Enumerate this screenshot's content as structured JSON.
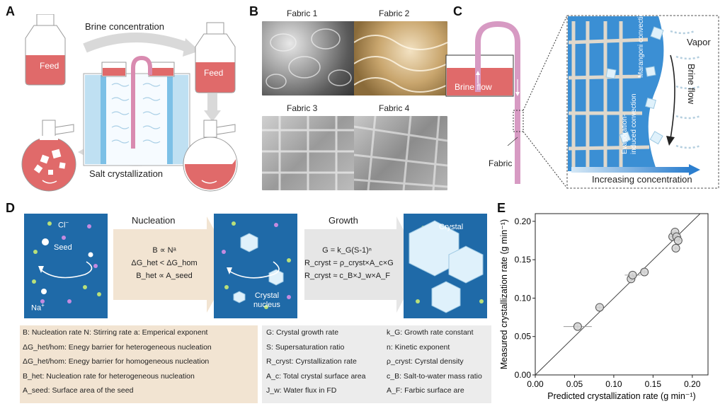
{
  "panels": {
    "A": {
      "label": "A",
      "brine_concentration": "Brine concentration",
      "salt_crystallization": "Salt crystallization",
      "feed_left": "Feed",
      "feed_right": "Feed"
    },
    "B": {
      "label": "B",
      "fabrics": [
        "Fabric 1",
        "Fabric 2",
        "Fabric 3",
        "Fabric 4"
      ]
    },
    "C": {
      "label": "C",
      "brine_flow_box": "Brine flow",
      "fabric": "Fabric",
      "marangoni": "Marangoni convection",
      "evap_1": "Evaporation-",
      "evap_2": "induced convection",
      "vapor": "Vapor",
      "brine_flow_vertical": "Brine flow",
      "increasing": "Increasing concentration"
    },
    "D": {
      "label": "D",
      "cl": "Cl",
      "cl_sup": "−",
      "seed": "Seed",
      "na": "Na",
      "na_sup": "+",
      "nucleation": "Nucleation",
      "growth": "Growth",
      "crystal": "Crystal",
      "crystal_nucleus_1": "Crystal",
      "crystal_nucleus_2": "nucleus",
      "nuc_eq1": "B ∝ Nᵃ",
      "nuc_eq2": "ΔG_het < ΔG_hom",
      "nuc_eq3": "B_het ∝ A_seed",
      "gro_eq1": "G = k_G(S-1)ⁿ",
      "gro_eq2": "R_cryst = ρ_cryst×A_c×G",
      "gro_eq3": "R_cryst ≈ c_B×J_w×A_F",
      "legend_left": [
        "B: Nucleation rate    N: Stirring rate    a: Emperical exponent",
        "ΔG_het/hom: Enegy barrier for heterogeneous nucleation",
        "ΔG_het/hom: Enegy barrier for homogeneous nucleation",
        "B_het: Nucleation rate for heterogeneous nucleation",
        "A_seed: Surface area of the seed"
      ],
      "legend_mid": [
        "G: Crystal growth rate",
        "S: Supersaturation ratio",
        "R_cryst: Cyrstallization rate",
        "A_c: Total crystal surface area",
        "J_w: Water flux in FD"
      ],
      "legend_right": [
        "k_G: Growth rate constant",
        "n: Kinetic exponent",
        "ρ_cryst: Cyrstal density",
        "c_B: Salt-to-water mass ratio",
        "A_F: Farbic surface are"
      ]
    },
    "E": {
      "label": "E"
    }
  },
  "chart_data": {
    "type": "scatter",
    "title": "",
    "xlabel": "Predicted crystallization rate (g min⁻¹)",
    "ylabel": "Measured crystallization rate (g min⁻¹)",
    "xlim": [
      0,
      0.22
    ],
    "ylim": [
      0,
      0.21
    ],
    "xticks": [
      "0.00",
      "0.05",
      "0.10",
      "0.15",
      "0.20"
    ],
    "yticks": [
      "0.00",
      "0.05",
      "0.10",
      "0.15",
      "0.20"
    ],
    "reference_line": "y = x",
    "points": [
      {
        "x": 0.054,
        "y": 0.063,
        "xerr": 0.018,
        "yerr": 0.003
      },
      {
        "x": 0.082,
        "y": 0.088,
        "xerr": 0.004,
        "yerr": 0.003
      },
      {
        "x": 0.122,
        "y": 0.125,
        "xerr": 0.003,
        "yerr": 0.003
      },
      {
        "x": 0.124,
        "y": 0.13,
        "xerr": 0.01,
        "yerr": 0.003
      },
      {
        "x": 0.139,
        "y": 0.134,
        "xerr": 0.005,
        "yerr": 0.003
      },
      {
        "x": 0.175,
        "y": 0.18,
        "xerr": 0.004,
        "yerr": 0.003
      },
      {
        "x": 0.178,
        "y": 0.186,
        "xerr": 0.004,
        "yerr": 0.003
      },
      {
        "x": 0.18,
        "y": 0.18,
        "xerr": 0.006,
        "yerr": 0.003
      },
      {
        "x": 0.182,
        "y": 0.175,
        "xerr": 0.004,
        "yerr": 0.003
      },
      {
        "x": 0.179,
        "y": 0.165,
        "xerr": 0.003,
        "yerr": 0.003
      }
    ]
  }
}
